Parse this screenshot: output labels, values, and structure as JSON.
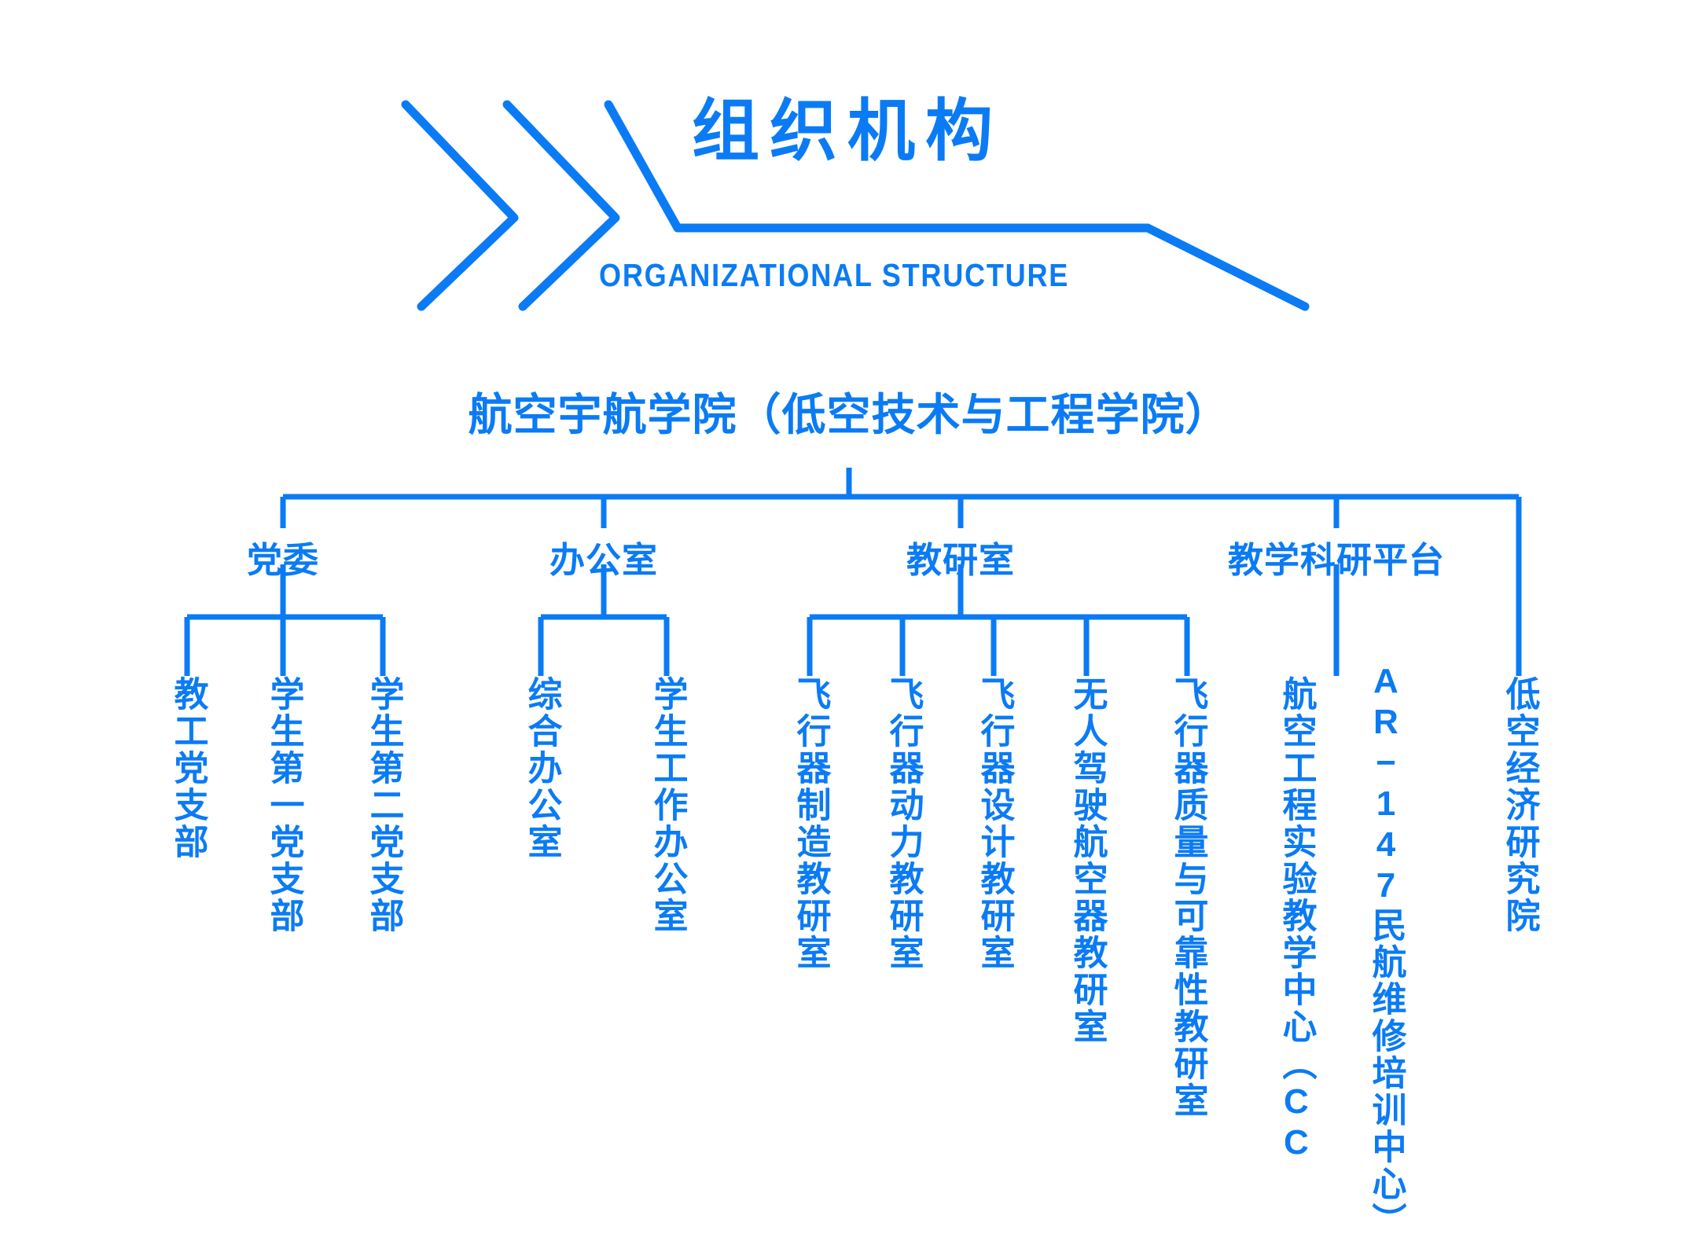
{
  "header": {
    "title": "组织机构",
    "subtitle": "ORGANIZATIONAL STRUCTURE",
    "accent_color": "#0b7bf5",
    "background_color": "#ffffff",
    "chevron_icon": "triple-chevron-right"
  },
  "chart_data": {
    "type": "diagram",
    "diagram_type": "organizational-tree",
    "orientation": "top-down",
    "root": "航空宇航学院（低空技术与工程学院）",
    "branches": [
      {
        "label": "党委",
        "children": [
          "教工党支部",
          "学生第一党支部",
          "学生第二党支部"
        ]
      },
      {
        "label": "办公室",
        "children": [
          "综合办公室",
          "学生工作办公室"
        ]
      },
      {
        "label": "教研室",
        "children": [
          "飞行器制造教研室",
          "飞行器动力教研室",
          "飞行器设计教研室",
          "无人驾驶航空器教研室",
          "飞行器质量与可靠性教研室"
        ]
      },
      {
        "label": "教学科研平台",
        "children": [
          "航空工程实验教学中心（CC",
          "AR-147民航维修培训中心）"
        ]
      },
      {
        "label": "",
        "children": [
          "低空经济研究院"
        ]
      }
    ]
  },
  "tree": {
    "root_label": "航空宇航学院（低空技术与工程学院）",
    "level2": [
      {
        "label": "党委"
      },
      {
        "label": "办公室"
      },
      {
        "label": "教研室"
      },
      {
        "label": "教学科研平台"
      }
    ],
    "leaves": [
      {
        "label": "教工党支部"
      },
      {
        "label": "学生第一党支部"
      },
      {
        "label": "学生第二党支部"
      },
      {
        "label": "综合办公室"
      },
      {
        "label": "学生工作办公室"
      },
      {
        "label": "飞行器制造教研室"
      },
      {
        "label": "飞行器动力教研室"
      },
      {
        "label": "飞行器设计教研室"
      },
      {
        "label": "无人驾驶航空器教研室"
      },
      {
        "label": "飞行器质量与可靠性教研室"
      },
      {
        "label": "航空工程实验教学中心（CC"
      },
      {
        "label": "AR−147民航维修培训中心）"
      },
      {
        "label": "低空经济研究院"
      }
    ]
  }
}
